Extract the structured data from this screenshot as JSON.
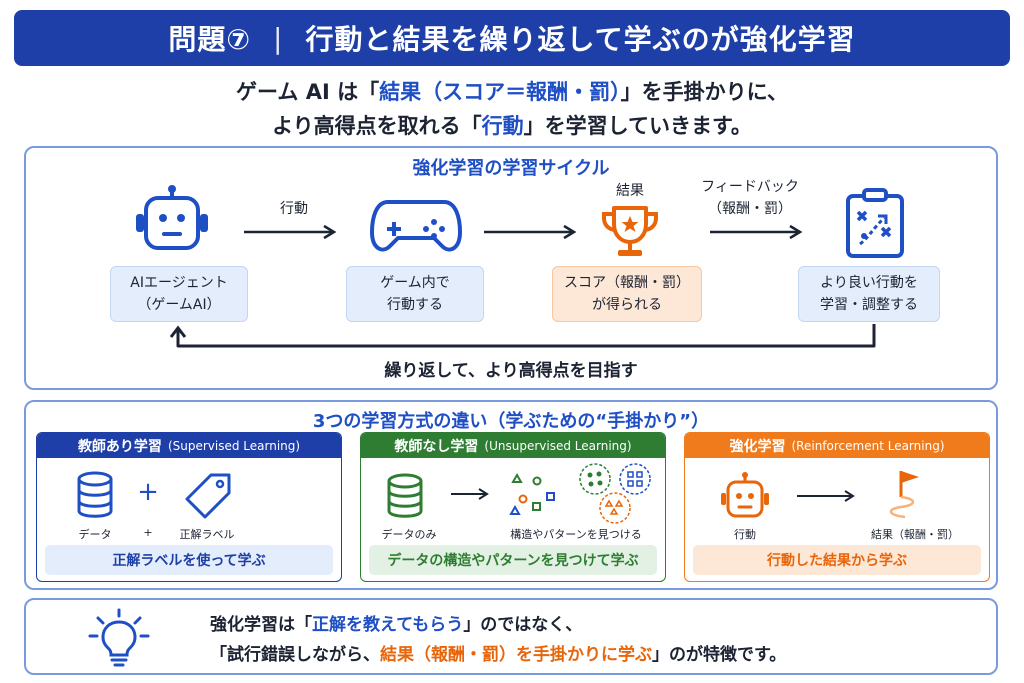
{
  "header": {
    "problem": "問題⑦",
    "separator": "|",
    "title": "行動と結果を繰り返して学ぶのが強化学習"
  },
  "intro": {
    "line1_a": "ゲーム AI は「",
    "line1_b": "結果（スコア＝報酬・罰）",
    "line1_c": "」を手掛かりに、",
    "line2_a": "より高得点を取れる「",
    "line2_b": "行動",
    "line2_c": "」を学習していきます。"
  },
  "cycle": {
    "title": "強化学習の学習サイクル",
    "arrow1": "行動",
    "result_label": "結果",
    "feedback_line1": "フィードバック",
    "feedback_line2": "（報酬・罰）",
    "agent_line1": "AIエージェント",
    "agent_line2": "（ゲームAI）",
    "act_line1": "ゲーム内で",
    "act_line2": "行動する",
    "score_line1": "スコア（報酬・罰）",
    "score_line2": "が得られる",
    "improve_line1": "より良い行動を",
    "improve_line2": "学習・調整する",
    "loop": "繰り返して、より高得点を目指す"
  },
  "methods": {
    "title": "3つの学習方式の違い（学ぶための“手掛かり”）",
    "supervised": {
      "name": "教師あり学習",
      "en": "(Supervised Learning)",
      "plus": "+",
      "data_label": "データ",
      "plus_label": "+",
      "label_label": "正解ラベル",
      "summary": "正解ラベルを使って学ぶ"
    },
    "unsupervised": {
      "name": "教師なし学習",
      "en": "(Unsupervised Learning)",
      "data_label": "データのみ",
      "pattern_label": "構造やパターンを見つける",
      "summary": "データの構造やパターンを見つけて学ぶ"
    },
    "reinforcement": {
      "name": "強化学習",
      "en": "(Reinforcement Learning)",
      "action_label": "行動",
      "result_label": "結果（報酬・罰）",
      "summary": "行動した結果から学ぶ"
    }
  },
  "note": {
    "line1_a": "強化学習は「",
    "line1_b": "正解を教えてもらう",
    "line1_c": "」のではなく、",
    "line2_a": "「試行錯誤しながら、",
    "line2_b": "結果（報酬・罰）を手掛かりに学ぶ",
    "line2_c": "」のが特徴です。"
  },
  "colors": {
    "banner": "#1f3fa8",
    "accent_blue": "#1f4fc4",
    "accent_orange": "#e8650a",
    "supervised": "#1f3fa8",
    "unsupervised": "#2e7d32",
    "reinforcement": "#f07b1c"
  },
  "icons": [
    "robot-icon",
    "gamepad-icon",
    "trophy-icon",
    "clipboard-strategy-icon",
    "database-icon",
    "tag-icon",
    "flag-path-icon",
    "lightbulb-icon"
  ]
}
